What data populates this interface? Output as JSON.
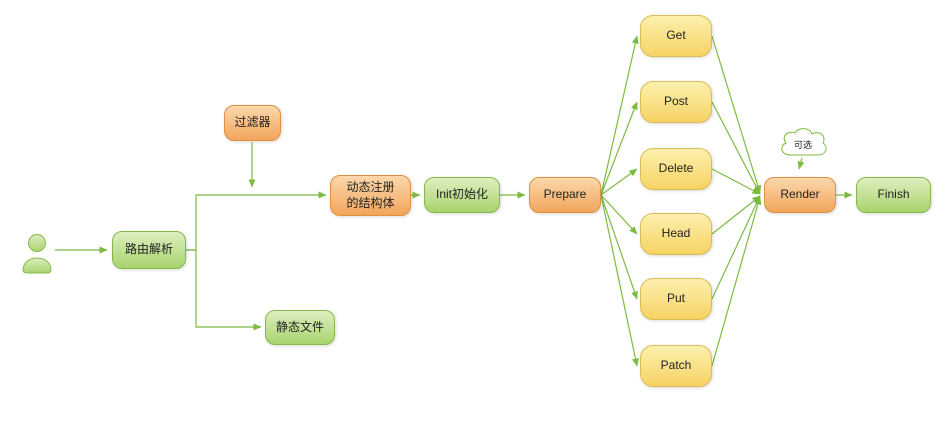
{
  "flowchart": {
    "nodes": {
      "route": "路由解析",
      "filter": "过滤器",
      "static_files": "静态文件",
      "dynamic_struct": "动态注册的结构体",
      "init": "Init初始化",
      "prepare": "Prepare",
      "get": "Get",
      "post": "Post",
      "delete": "Delete",
      "head": "Head",
      "put": "Put",
      "patch": "Patch",
      "render": "Render",
      "finish": "Finish"
    },
    "annotations": {
      "optional": "可选"
    },
    "colors": {
      "green_border": "#86b94a",
      "green_top": "#ddefc0",
      "green_bottom": "#a9d36e",
      "orange_border": "#dd9141",
      "orange_top": "#fbd8ac",
      "orange_bottom": "#f2a55c",
      "yellow_border": "#d9bc52",
      "yellow_top": "#fcf0ae",
      "yellow_bottom": "#f7d364",
      "connector": "#7cbb3f"
    }
  }
}
